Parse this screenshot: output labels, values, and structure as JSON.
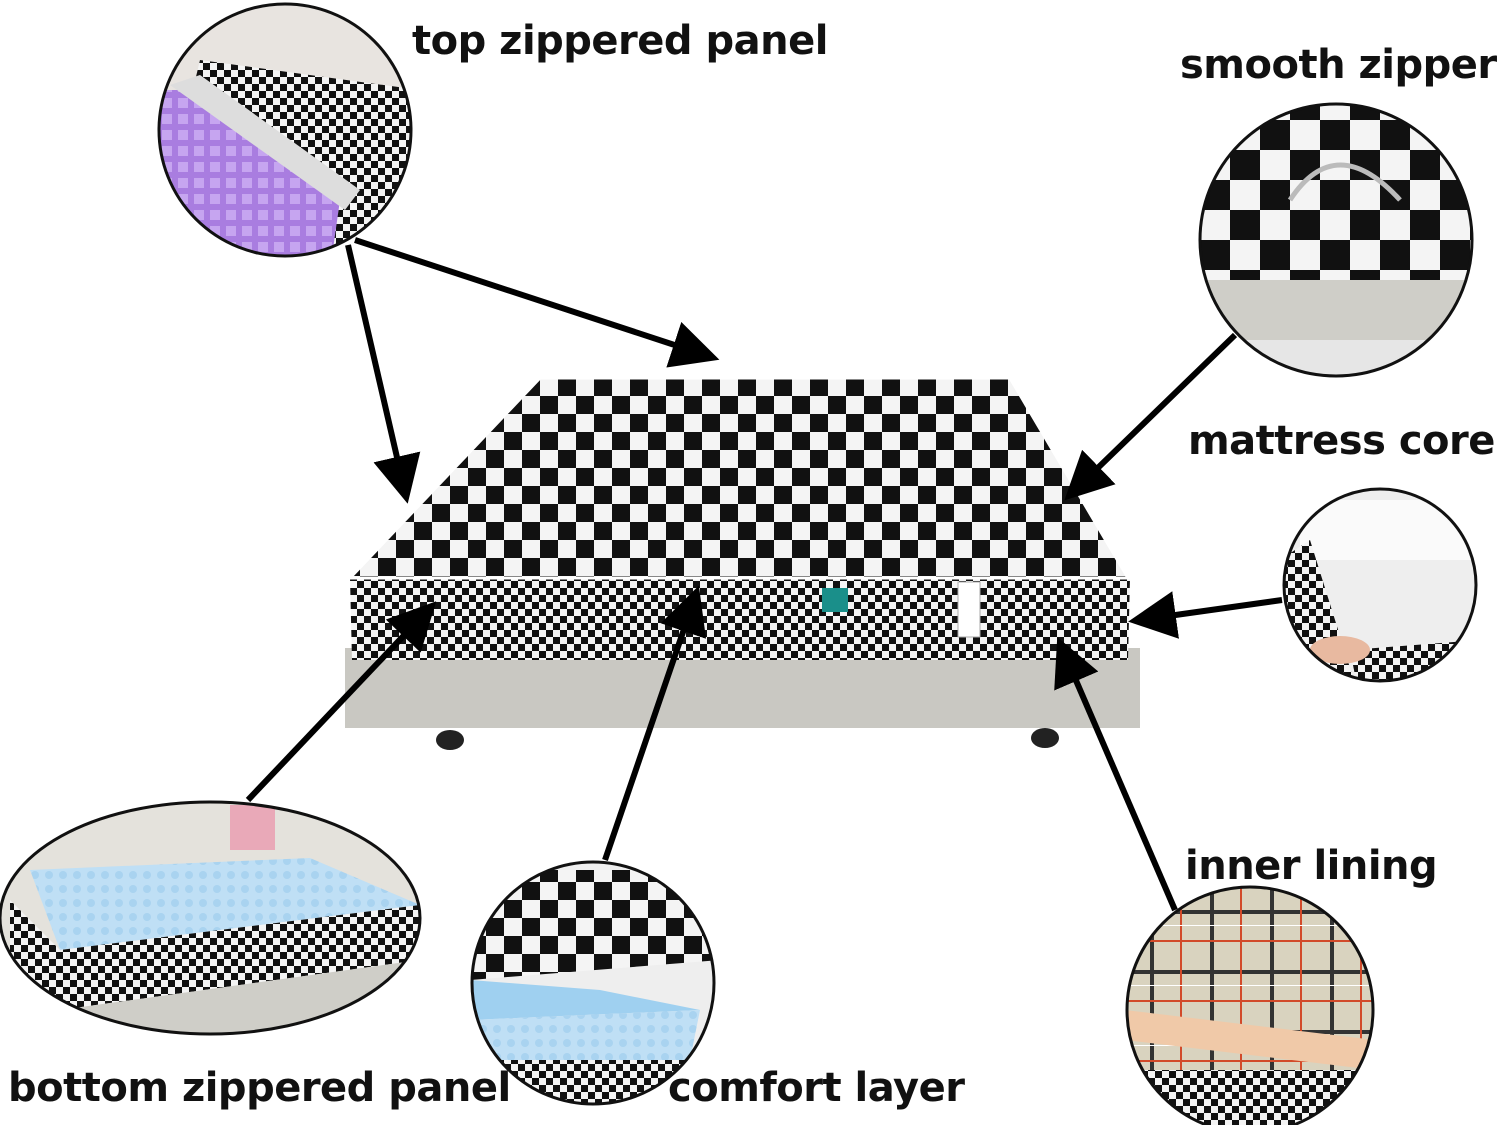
{
  "labels": {
    "top_panel": "top zippered panel",
    "smooth_zipper": "smooth zipper",
    "mattress_core": "mattress core",
    "inner_lining": "inner lining",
    "bottom_panel": "bottom zippered panel",
    "comfort_layer": "comfort layer"
  },
  "colors": {
    "checker_dark": "#111111",
    "checker_light": "#f4f4f4",
    "base_gray": "#c9c8c2",
    "purple_grid": "#a97de0",
    "blue_foam": "#a9d3f0",
    "arrow": "#000000"
  }
}
